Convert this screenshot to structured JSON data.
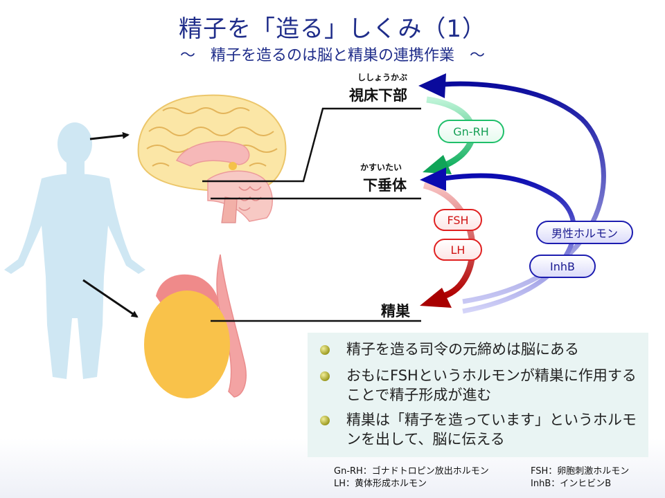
{
  "title": "精子を「造る」しくみ（1）",
  "subtitle": "～　精子を造るのは脳と精巣の連携作業　～",
  "labels": {
    "hypothalamus_ruby": "ししょうかぶ",
    "hypothalamus": "視床下部",
    "pituitary_ruby": "かすいたい",
    "pituitary": "下垂体",
    "testis": "精巣"
  },
  "hormones": {
    "gnrh": "Gn-RH",
    "fsh": "FSH",
    "lh": "LH",
    "testosterone": "男性ホルモン",
    "inhb": "InhB"
  },
  "colors": {
    "title": "#1f2d8a",
    "green": "#1fbf6a",
    "red": "#d01515",
    "blue": "#1a1a90",
    "info_bg": "#e9f4f3"
  },
  "bullets": [
    "精子を造る司令の元締めは脳にある",
    "おもにFSHというホルモンが精巣に作用することで精子形成が進む",
    "精巣は「精子を造っています」というホルモンを出して、脳に伝える"
  ],
  "footnotes": {
    "gnrh": "Gn-RH：ゴナドトロピン放出ホルモン",
    "lh": "LH：黄体形成ホルモン",
    "fsh": "FSH：卵胞刺激ホルモン",
    "inhb": "InhB：インヒビンB"
  }
}
